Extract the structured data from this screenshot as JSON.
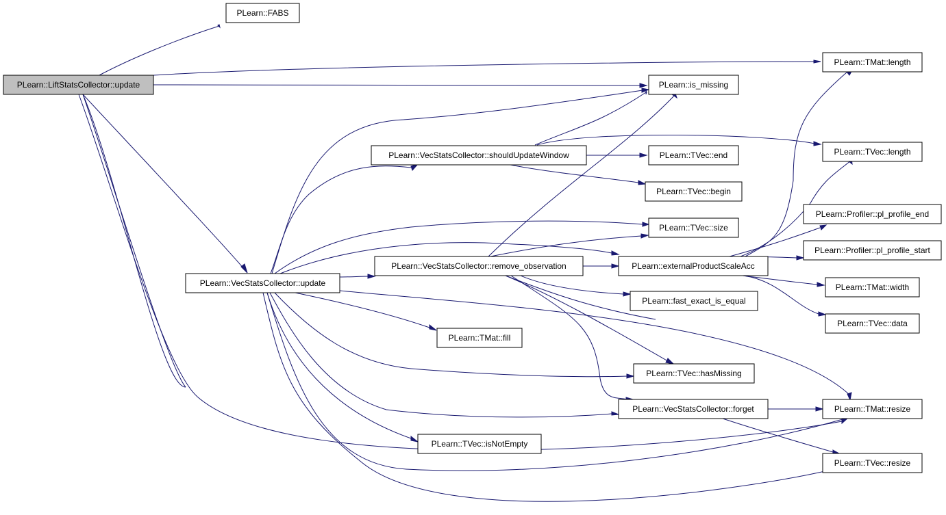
{
  "graph": {
    "colors": {
      "edge": "#191970",
      "node_fill": "#ffffff",
      "root_fill": "#bfbfbf",
      "border": "#000000"
    },
    "nodes": {
      "lift_update": "PLearn::LiftStatsCollector::update",
      "fabs": "PLearn::FABS",
      "tmat_length": "PLearn::TMat::length",
      "is_missing": "PLearn::is_missing",
      "should_update_window": "PLearn::VecStatsCollector::shouldUpdateWindow",
      "tvec_end": "PLearn::TVec::end",
      "tvec_length": "PLearn::TVec::length",
      "tvec_begin": "PLearn::TVec::begin",
      "pl_profile_end": "PLearn::Profiler::pl_profile_end",
      "tvec_size": "PLearn::TVec::size",
      "pl_profile_start": "PLearn::Profiler::pl_profile_start",
      "remove_observation": "PLearn::VecStatsCollector::remove_observation",
      "external_product": "PLearn::externalProductScaleAcc",
      "vec_update": "PLearn::VecStatsCollector::update",
      "tmat_width": "PLearn::TMat::width",
      "fast_exact": "PLearn::fast_exact_is_equal",
      "tvec_data": "PLearn::TVec::data",
      "tmat_fill": "PLearn::TMat::fill",
      "has_missing": "PLearn::TVec::hasMissing",
      "forget": "PLearn::VecStatsCollector::forget",
      "tmat_resize": "PLearn::TMat::resize",
      "is_not_empty": "PLearn::TVec::isNotEmpty",
      "tvec_resize": "PLearn::TVec::resize"
    }
  }
}
